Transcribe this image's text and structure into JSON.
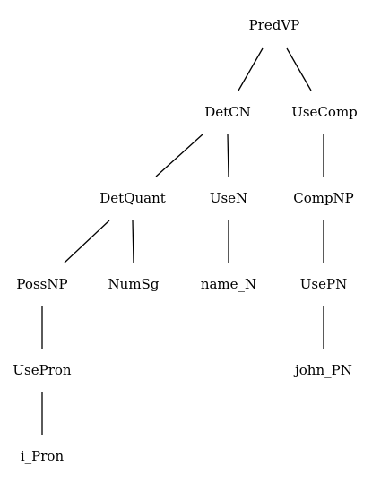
{
  "tree": {
    "nodes": {
      "predvp": {
        "label": "PredVP"
      },
      "detcn": {
        "label": "DetCN"
      },
      "usecomp": {
        "label": "UseComp"
      },
      "detquant": {
        "label": "DetQuant"
      },
      "usen": {
        "label": "UseN"
      },
      "compnp": {
        "label": "CompNP"
      },
      "possnp": {
        "label": "PossNP"
      },
      "numsg": {
        "label": "NumSg"
      },
      "name_n": {
        "label": "name_N"
      },
      "usepn": {
        "label": "UsePN"
      },
      "usepron": {
        "label": "UsePron"
      },
      "john_pn": {
        "label": "john_PN"
      },
      "i_pron": {
        "label": "i_Pron"
      }
    },
    "edges": [
      [
        "predvp",
        "detcn"
      ],
      [
        "predvp",
        "usecomp"
      ],
      [
        "detcn",
        "detquant"
      ],
      [
        "detcn",
        "usen"
      ],
      [
        "usecomp",
        "compnp"
      ],
      [
        "detquant",
        "possnp"
      ],
      [
        "detquant",
        "numsg"
      ],
      [
        "usen",
        "name_n"
      ],
      [
        "compnp",
        "usepn"
      ],
      [
        "possnp",
        "usepron"
      ],
      [
        "usepn",
        "john_pn"
      ],
      [
        "usepron",
        "i_pron"
      ]
    ]
  }
}
